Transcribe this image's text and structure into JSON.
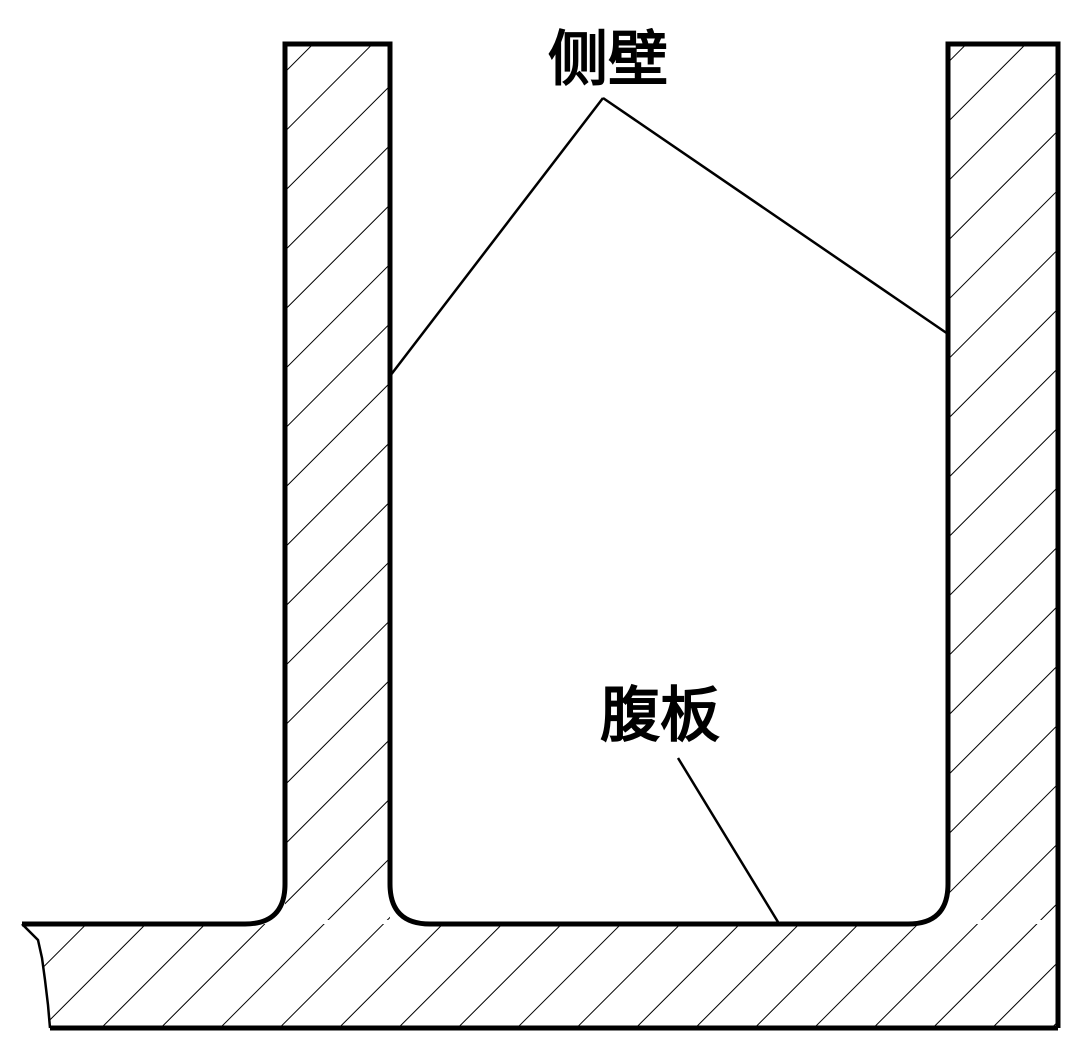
{
  "labels": {
    "side_wall": "侧壁",
    "web_plate": "腹板"
  },
  "colors": {
    "background": "#ffffff",
    "outline": "#000000",
    "hatch": "#000000"
  },
  "style": {
    "section_fill": "diagonal-hatch"
  }
}
